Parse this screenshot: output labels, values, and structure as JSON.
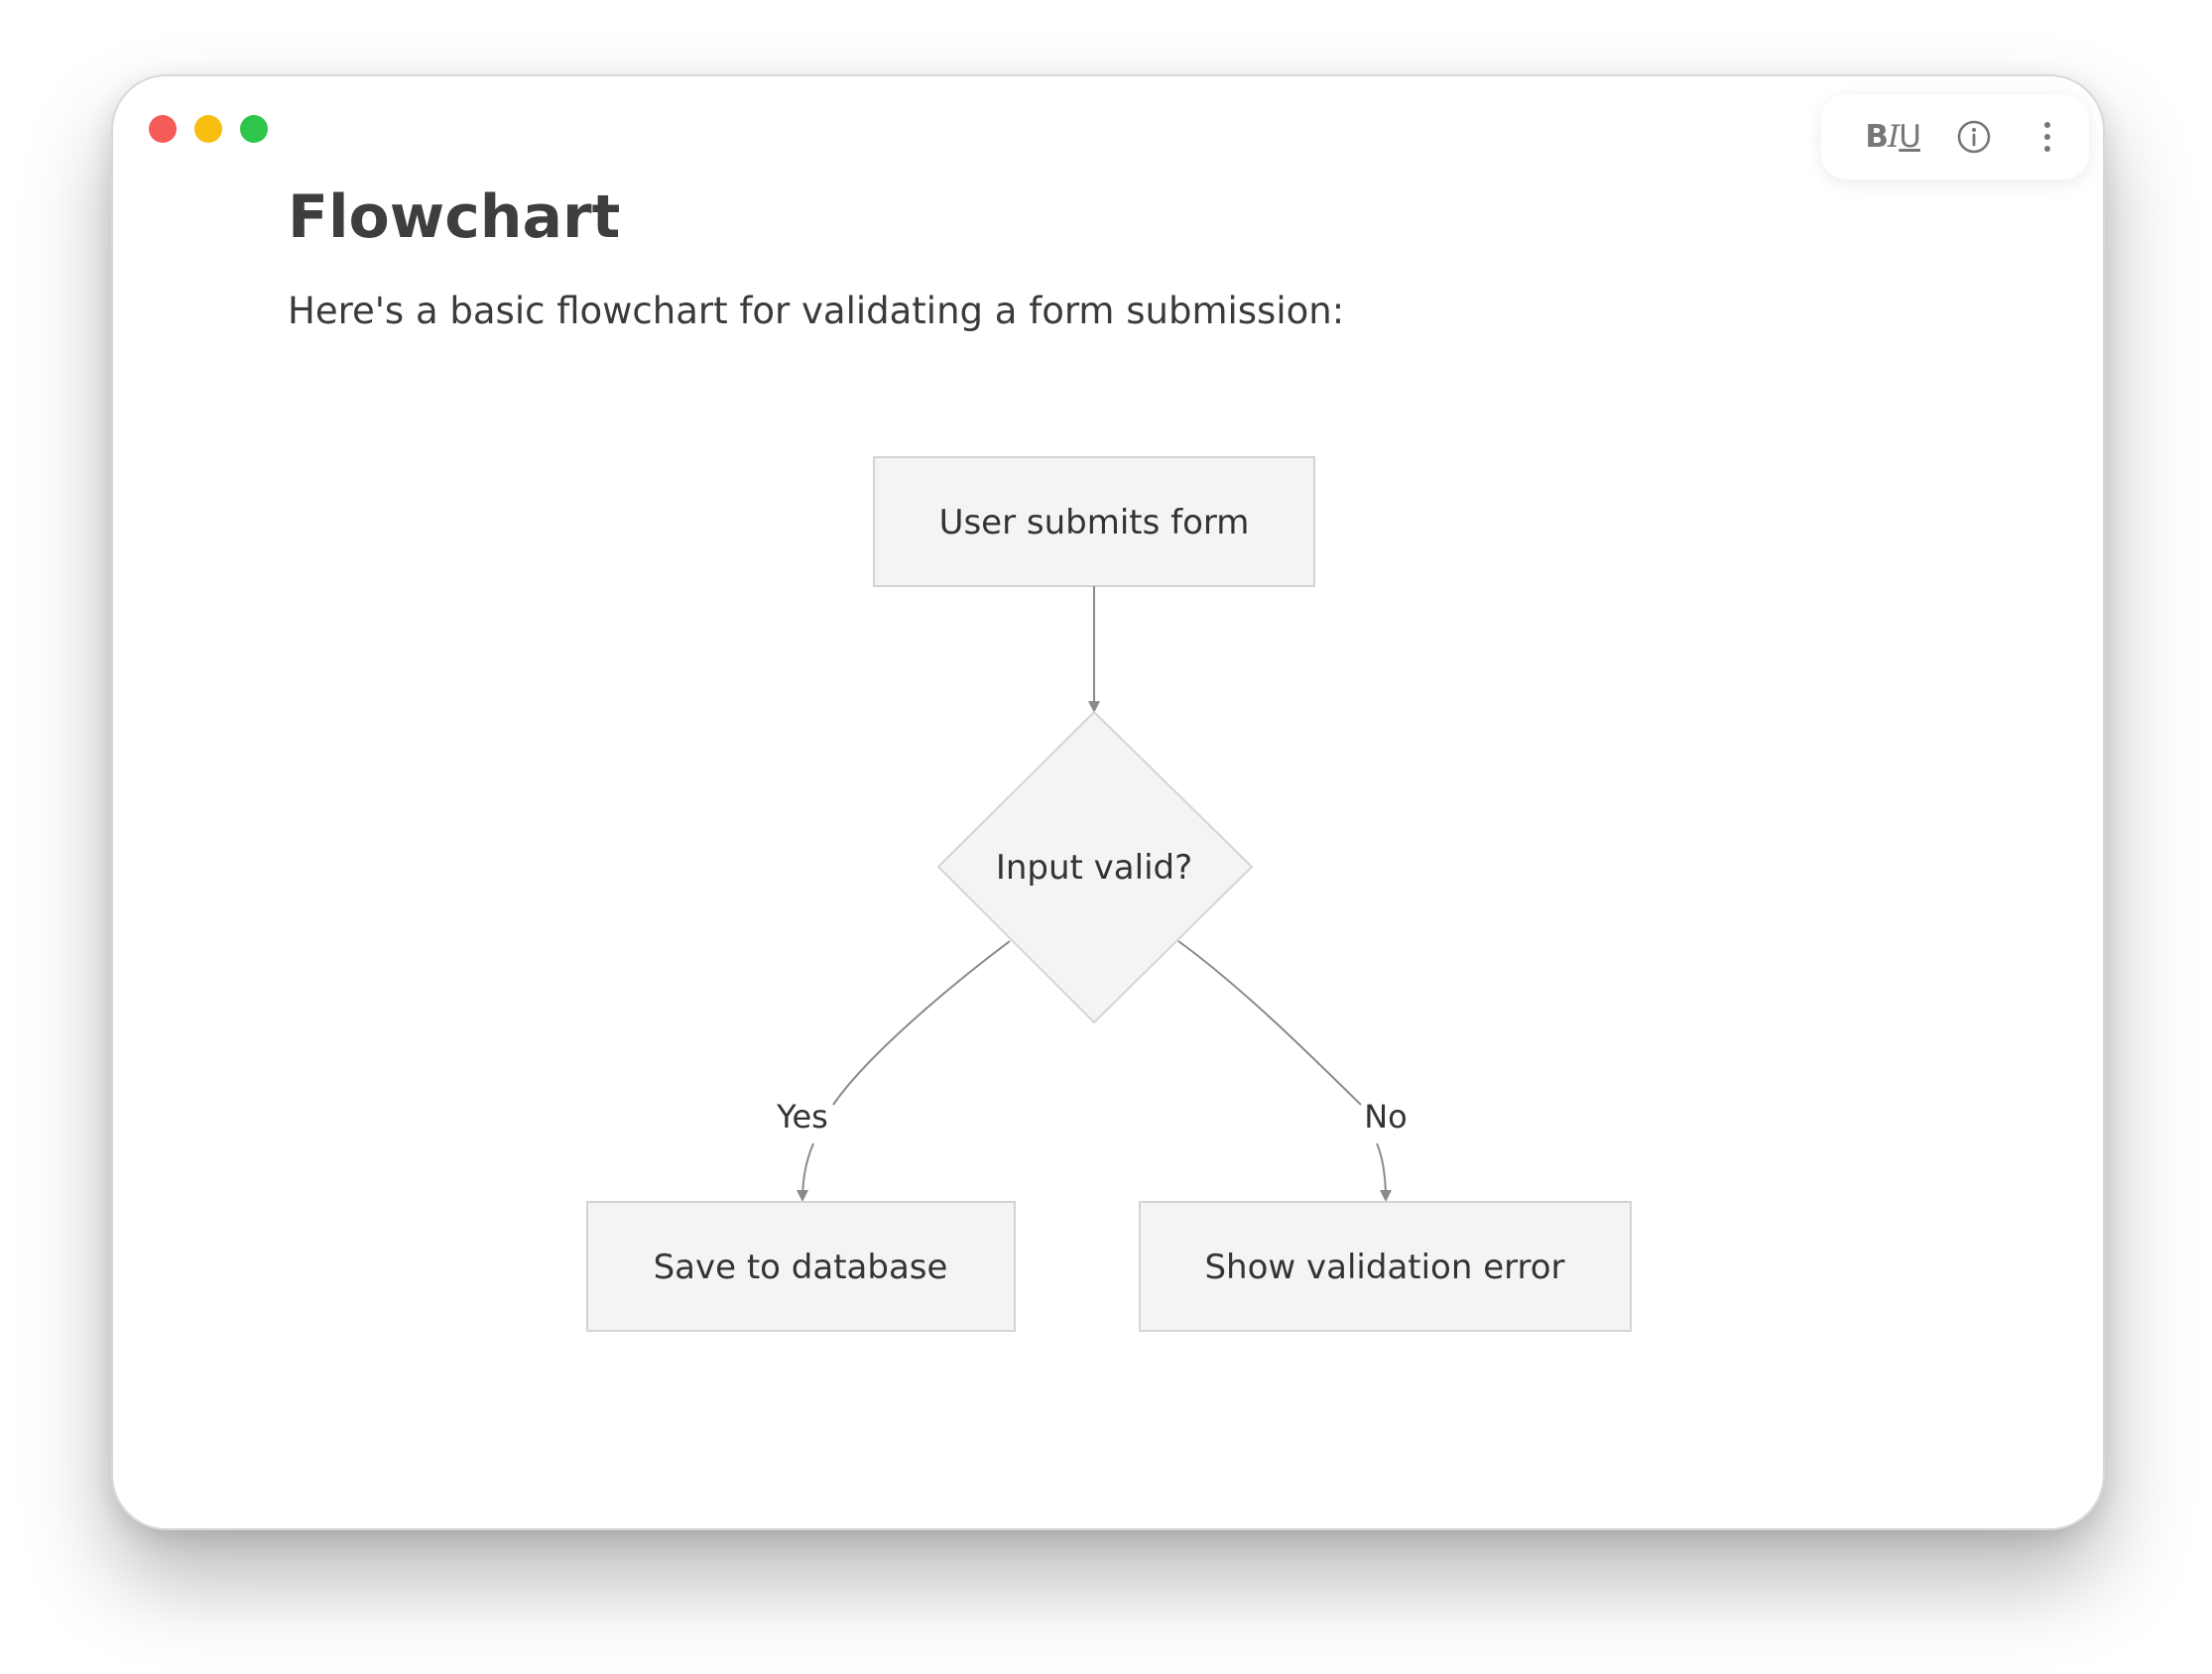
{
  "window": {
    "controls": [
      "close",
      "minimize",
      "maximize"
    ]
  },
  "toolbar": {
    "format": {
      "b": "B",
      "i": "I",
      "u": "U"
    },
    "info_icon": "info-icon",
    "more_icon": "more-vertical-icon"
  },
  "document": {
    "title": "Flowchart",
    "intro": "Here's a basic flowchart for validating a form submission:"
  },
  "flowchart": {
    "nodes": {
      "start": "User submits form",
      "decision": "Input valid?",
      "yes_target": "Save to database",
      "no_target": "Show validation error"
    },
    "edges": {
      "yes_label": "Yes",
      "no_label": "No"
    }
  },
  "colors": {
    "node_fill": "#f3f4f6",
    "node_stroke": "#d4d4d4",
    "edge": "#8a8a8a",
    "text": "#333333"
  }
}
